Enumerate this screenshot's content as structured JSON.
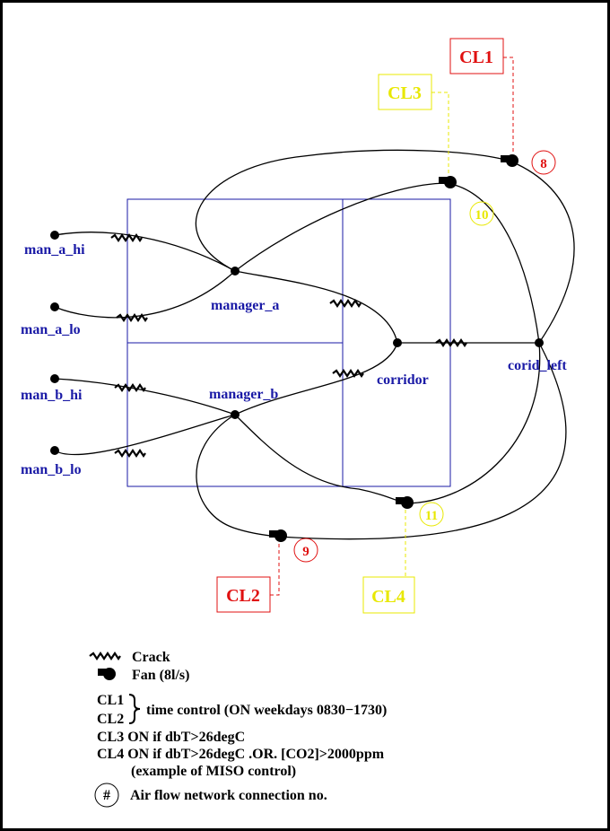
{
  "nodes": {
    "man_a_hi": "man_a_hi",
    "man_a_lo": "man_a_lo",
    "man_b_hi": "man_b_hi",
    "man_b_lo": "man_b_lo",
    "manager_a": "manager_a",
    "manager_b": "manager_b",
    "corridor": "corridor",
    "corid_left": "corid_left"
  },
  "controls": {
    "cl1": "CL1",
    "cl2": "CL2",
    "cl3": "CL3",
    "cl4": "CL4"
  },
  "connections": {
    "c8": "8",
    "c9": "9",
    "c10": "10",
    "c11": "11"
  },
  "legend": {
    "crack": "Crack",
    "fan": "Fan (8l/s)",
    "cl1": "CL1",
    "cl2": "CL2",
    "time_control": "time control (ON weekdays 0830−1730)",
    "cl3_rule": "CL3 ON if dbT>26degC",
    "cl4_rule": "CL4 ON if dbT>26degC .OR. [CO2]>2000ppm",
    "miso_note": "(example of MISO control)",
    "hash_symbol": "#",
    "connection_no": "Air flow network connection no."
  },
  "colors": {
    "background": "#000000",
    "paper": "#ffffff",
    "zone_outline": "#1a1aa6",
    "node_text": "#1a1aa6",
    "red_control": "#e01010",
    "yellow_control": "#e8e800",
    "line": "#000000"
  }
}
